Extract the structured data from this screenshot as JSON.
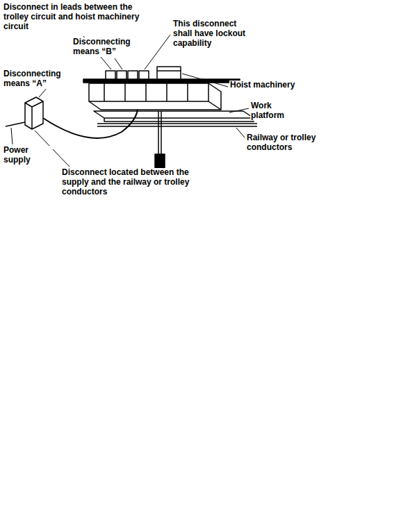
{
  "diagram": {
    "labels": [
      "Disconnect in leads between the trolley circuit and hoist machinery circuit",
      "Disconnecting means “B”",
      "This disconnect shall have lockout capability",
      "Hoist machinery",
      "Work platform",
      "Railway or trolley conductors",
      "Disconnecting means “A”",
      "Power supply",
      "Disconnect located between the supply and the railway or trolley conductors"
    ]
  }
}
